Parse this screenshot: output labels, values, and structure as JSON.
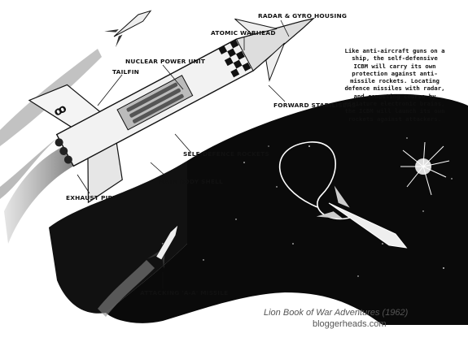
{
  "labels": {
    "radar": "RADAR & GYRO HOUSING",
    "warhead": "ATOMIC WARHEAD",
    "nuclear": "NUCLEAR POWER UNIT",
    "tailfin": "TAILFIN",
    "stabilisers": "FORWARD STABILISERS",
    "defence_rockets": "SELF-DEFENCE ROCKETS",
    "body_shell": "MAIN BODY SHELL",
    "exhaust": "EXHAUST PIPES",
    "attacking": "ATTACKING 'A-A' MISSILE"
  },
  "caption": "Like anti-aircraft guns on a\nship, the self-defensive\nICBM will carry its own\nprotection against anti-\nmissile rockets. Locating\ndefence missiles with radar,\nand computing course by\nminiature electronic brains,\nthe ICBM will launch its own\nrockets against attackers.",
  "credit": {
    "source": "Lion Book of War Adventures (1962)",
    "site": "bloggerheads.com"
  }
}
